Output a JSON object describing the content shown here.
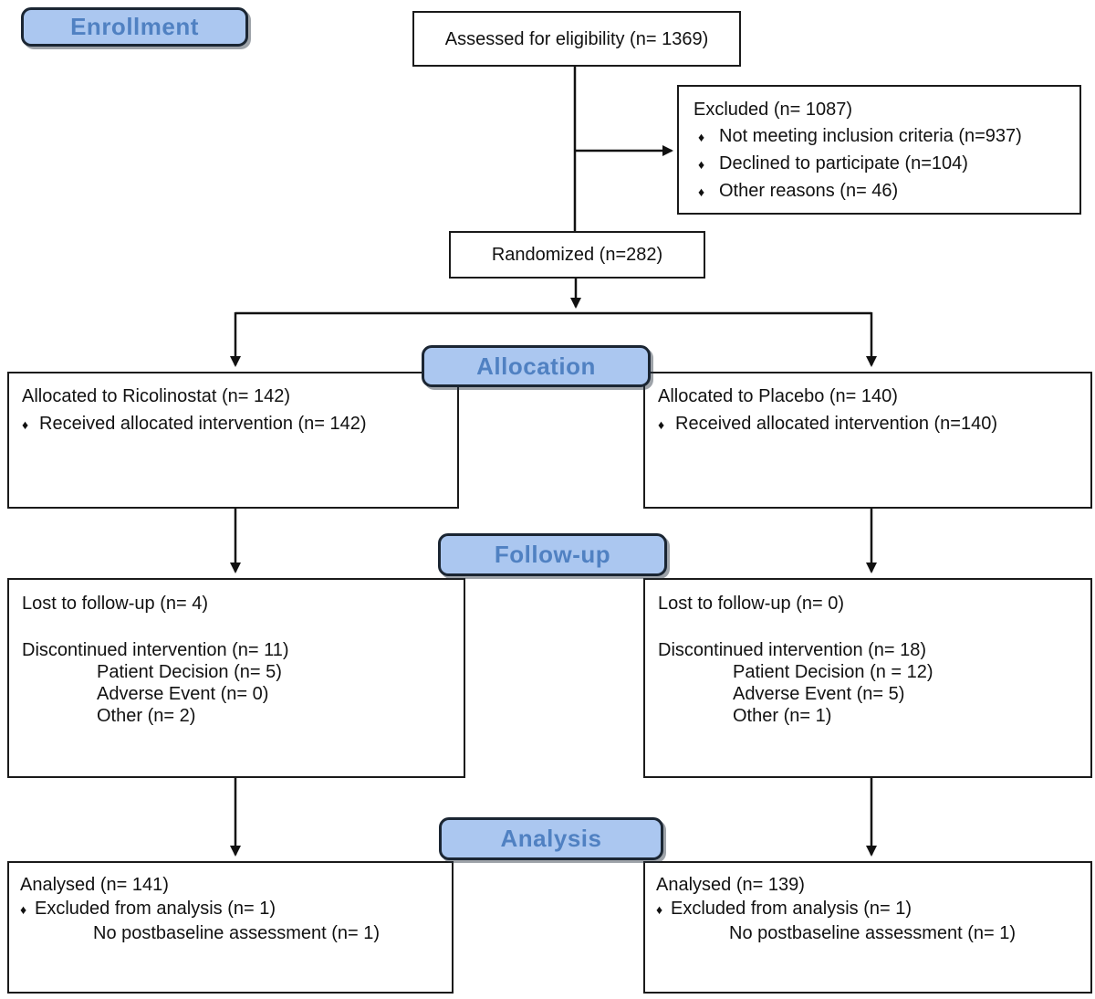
{
  "diagram": {
    "bullet_glyph": "♦",
    "colors": {
      "stage_fill": "#abc7f0",
      "stage_text": "#5081c2",
      "stage_border": "#1b2633",
      "box_border": "#1a1a1a",
      "arrow": "#111111"
    },
    "stages": {
      "enrollment": "Enrollment",
      "allocation": "Allocation",
      "followup": "Follow-up",
      "analysis": "Analysis"
    },
    "boxes": {
      "assessed": {
        "text": "Assessed for eligibility (n= 1369)"
      },
      "excluded": {
        "title": "Excluded (n= 1087)",
        "bullets": [
          "Not meeting inclusion criteria (n=937)",
          "Declined to participate (n=104)",
          "Other reasons (n= 46)"
        ]
      },
      "randomized": {
        "text": "Randomized (n=282)"
      },
      "alloc_left": {
        "title": "Allocated to Ricolinostat (n= 142)",
        "bullet": "Received allocated intervention (n= 142)"
      },
      "alloc_right": {
        "title": "Allocated to Placebo (n= 140)",
        "bullet": "Received allocated intervention (n=140)"
      },
      "followup_left": {
        "lost": "Lost to follow-up (n= 4)",
        "discontinued": "Discontinued intervention (n= 11)",
        "sub": [
          "Patient Decision (n= 5)",
          "Adverse Event (n= 0)",
          "Other (n= 2)"
        ]
      },
      "followup_right": {
        "lost": "Lost to follow-up (n= 0)",
        "discontinued": "Discontinued intervention (n= 18)",
        "sub": [
          "Patient Decision (n = 12)",
          "Adverse Event (n= 5)",
          "Other (n= 1)"
        ]
      },
      "analysis_left": {
        "title": "Analysed (n= 141)",
        "bullet": "Excluded from analysis (n= 1)",
        "sub": "No postbaseline assessment (n= 1)"
      },
      "analysis_right": {
        "title": "Analysed (n= 139)",
        "bullet": "Excluded from analysis (n= 1)",
        "sub": "No postbaseline assessment (n= 1)"
      }
    }
  }
}
